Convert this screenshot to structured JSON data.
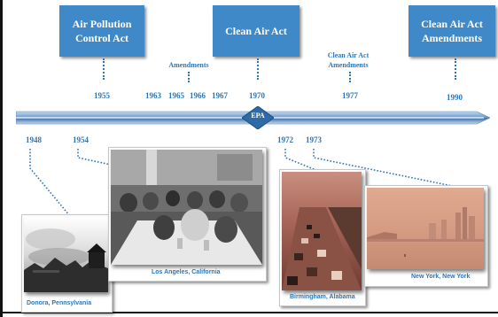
{
  "acts_major": [
    {
      "label": "Air Pollution\nControl Act"
    },
    {
      "label": "Clean Air Act"
    },
    {
      "label": "Clean Air Act\nAmendments"
    }
  ],
  "acts_minor": [
    {
      "label": "Amendments"
    },
    {
      "label": "Clean Air Act\nAmendments"
    }
  ],
  "top_years": [
    "1955",
    "1963",
    "1965",
    "1966",
    "1967",
    "1970",
    "1977",
    "1990"
  ],
  "timeline_marker": "EPA",
  "bottom_years": [
    "1948",
    "1954",
    "1972",
    "1973"
  ],
  "photos": [
    {
      "caption": "Donora, Pennsylvania"
    },
    {
      "caption": "Los Angeles, California"
    },
    {
      "caption": "Birmingham, Alabama"
    },
    {
      "caption": "New York, New York"
    }
  ],
  "colors": {
    "accent": "#3f89c9",
    "text_blue": "#2e76b8",
    "timeline": "#4a7fb5"
  }
}
